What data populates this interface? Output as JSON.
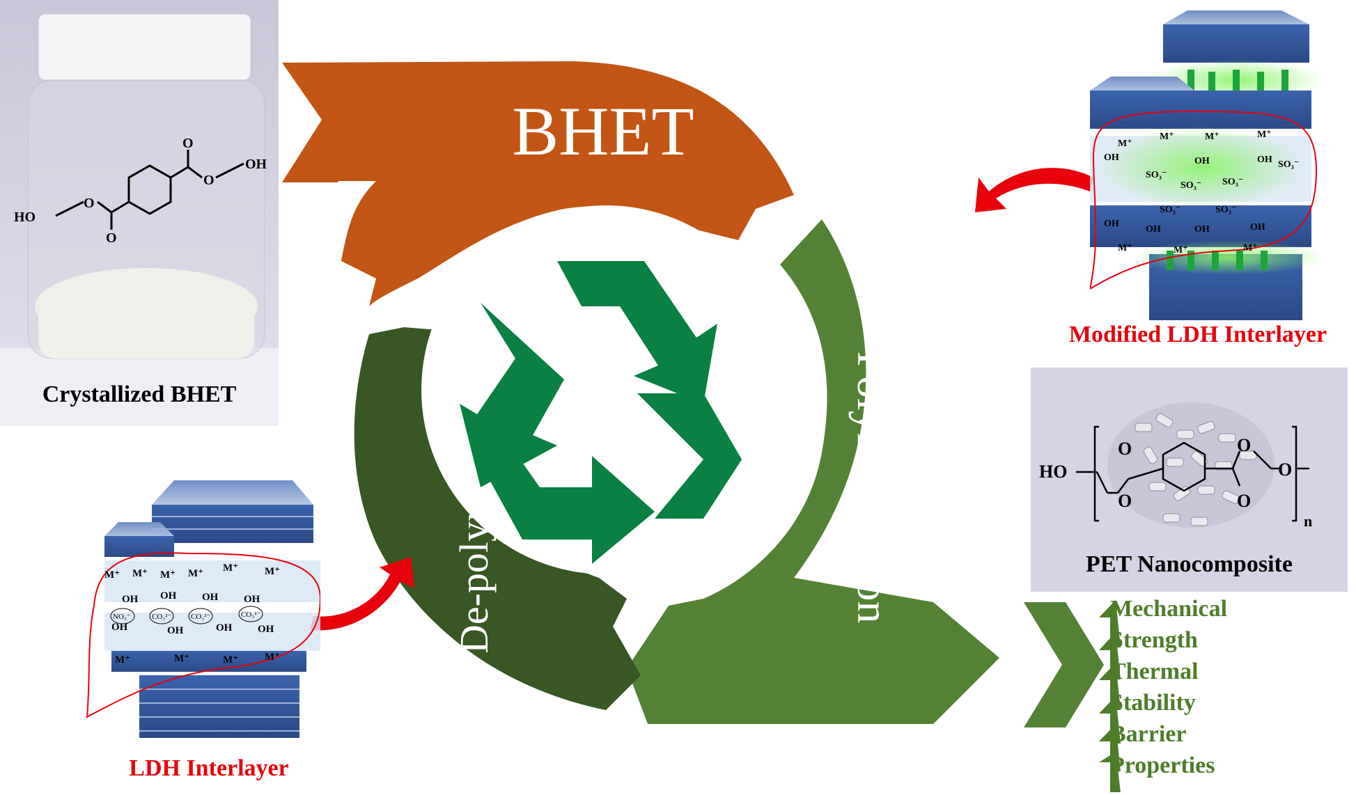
{
  "cycle": {
    "top_label": "BHET",
    "right_label": "Polymerization",
    "left_label": "De-polymerization"
  },
  "bhet_photo": {
    "caption": "Crystallized BHET",
    "structure_labels": {
      "ho": "HO",
      "oh": "OH",
      "o": "O"
    }
  },
  "ldh_left": {
    "caption": "LDH Interlayer",
    "labels": {
      "metal": "M⁺",
      "hydroxide": "OH",
      "nitrate": "NO₃⁻",
      "carbonate": "CO₃²⁻"
    }
  },
  "ldh_right": {
    "caption": "Modified LDH Interlayer",
    "labels": {
      "metal": "M⁺",
      "hydroxide": "OH",
      "sulfonate": "SO₃⁻"
    }
  },
  "pet_photo": {
    "caption": "PET Nanocomposite",
    "structure_labels": {
      "ho": "HO",
      "o": "O",
      "n": "n"
    }
  },
  "benefits": [
    {
      "line1": "Mechanical",
      "line2": "Strength"
    },
    {
      "line1": "Thermal",
      "line2": "Stability"
    },
    {
      "line1": "Barrier",
      "line2": "Properties"
    }
  ],
  "colors": {
    "bhet_orange": "#c25515",
    "polymerization_green": "#548235",
    "depolymerization_green": "#385723",
    "recycle_green": "#0a8043",
    "caption_red": "#e8000b",
    "benefit_green": "#4e7d2a",
    "ldh_blue": "#2f5597"
  },
  "icons": [
    "recycle-icon",
    "curved-red-arrow-icon",
    "up-arrow-icon"
  ]
}
